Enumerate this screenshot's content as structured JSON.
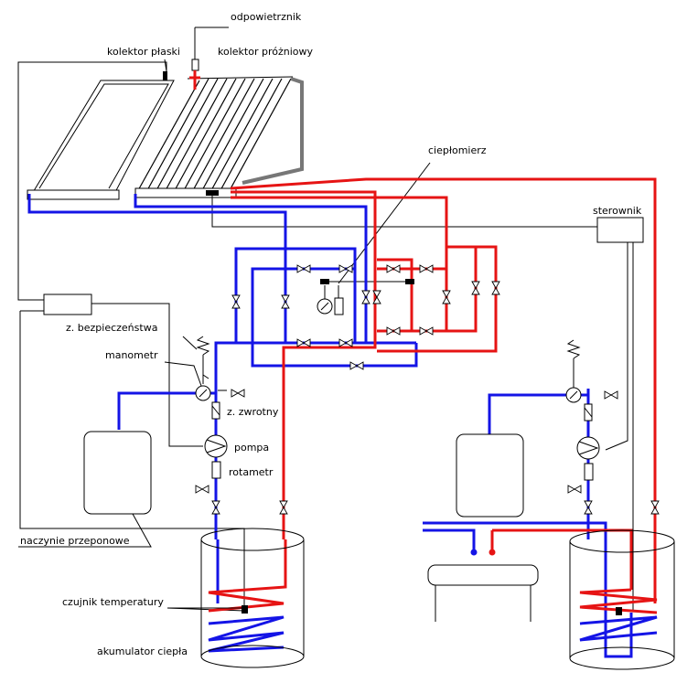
{
  "labels": {
    "vent": "odpowietrznik",
    "flat_collector": "kolektor płaski",
    "vacuum_collector": "kolektor próżniowy",
    "heat_meter": "ciepłomierz",
    "controller": "sterownik",
    "safety_valve": "z. bezpieczeństwa",
    "manometer": "manometr",
    "check_valve": "z. zwrotny",
    "pump": "pompa",
    "rotameter": "rotametr",
    "expansion_vessel": "naczynie przeponowe",
    "temp_sensor": "czujnik temperatury",
    "heat_storage": "akumulator ciepła"
  },
  "colors": {
    "supply_hot": "#e61414",
    "return_cold": "#1414e6",
    "lines": "#000000"
  }
}
